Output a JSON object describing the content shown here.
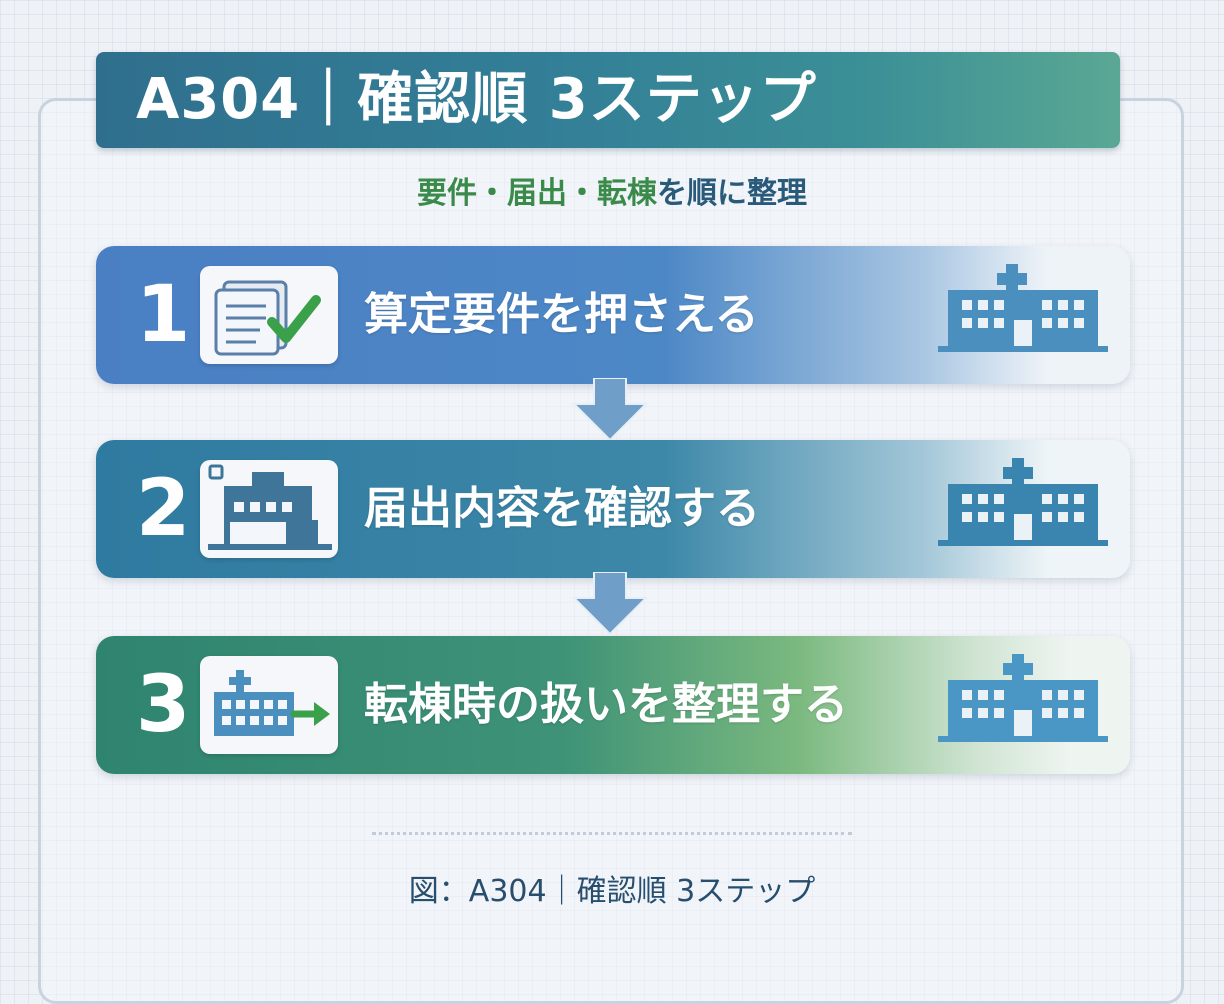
{
  "title": "A304｜確認順 3ステップ",
  "subtitle": {
    "highlight": "要件・届出・転棟",
    "rest": "を順に整理"
  },
  "steps": [
    {
      "number": "1",
      "label": "算定要件を押さえる",
      "icon": "checklist-icon"
    },
    {
      "number": "2",
      "label": "届出内容を確認する",
      "icon": "building-document-icon"
    },
    {
      "number": "3",
      "label": "転棟時の扱いを整理する",
      "icon": "hospital-transfer-icon"
    }
  ],
  "caption": "図：A304｜確認順 3ステップ",
  "colors": {
    "title_banner": "#337f97",
    "step1": "#4a7fc4",
    "step2": "#2f7aa0",
    "step3": "#2f8470",
    "hospital_icon": "#4a8fbe",
    "check": "#3aa04a",
    "arrow": "#6f9fc8"
  }
}
